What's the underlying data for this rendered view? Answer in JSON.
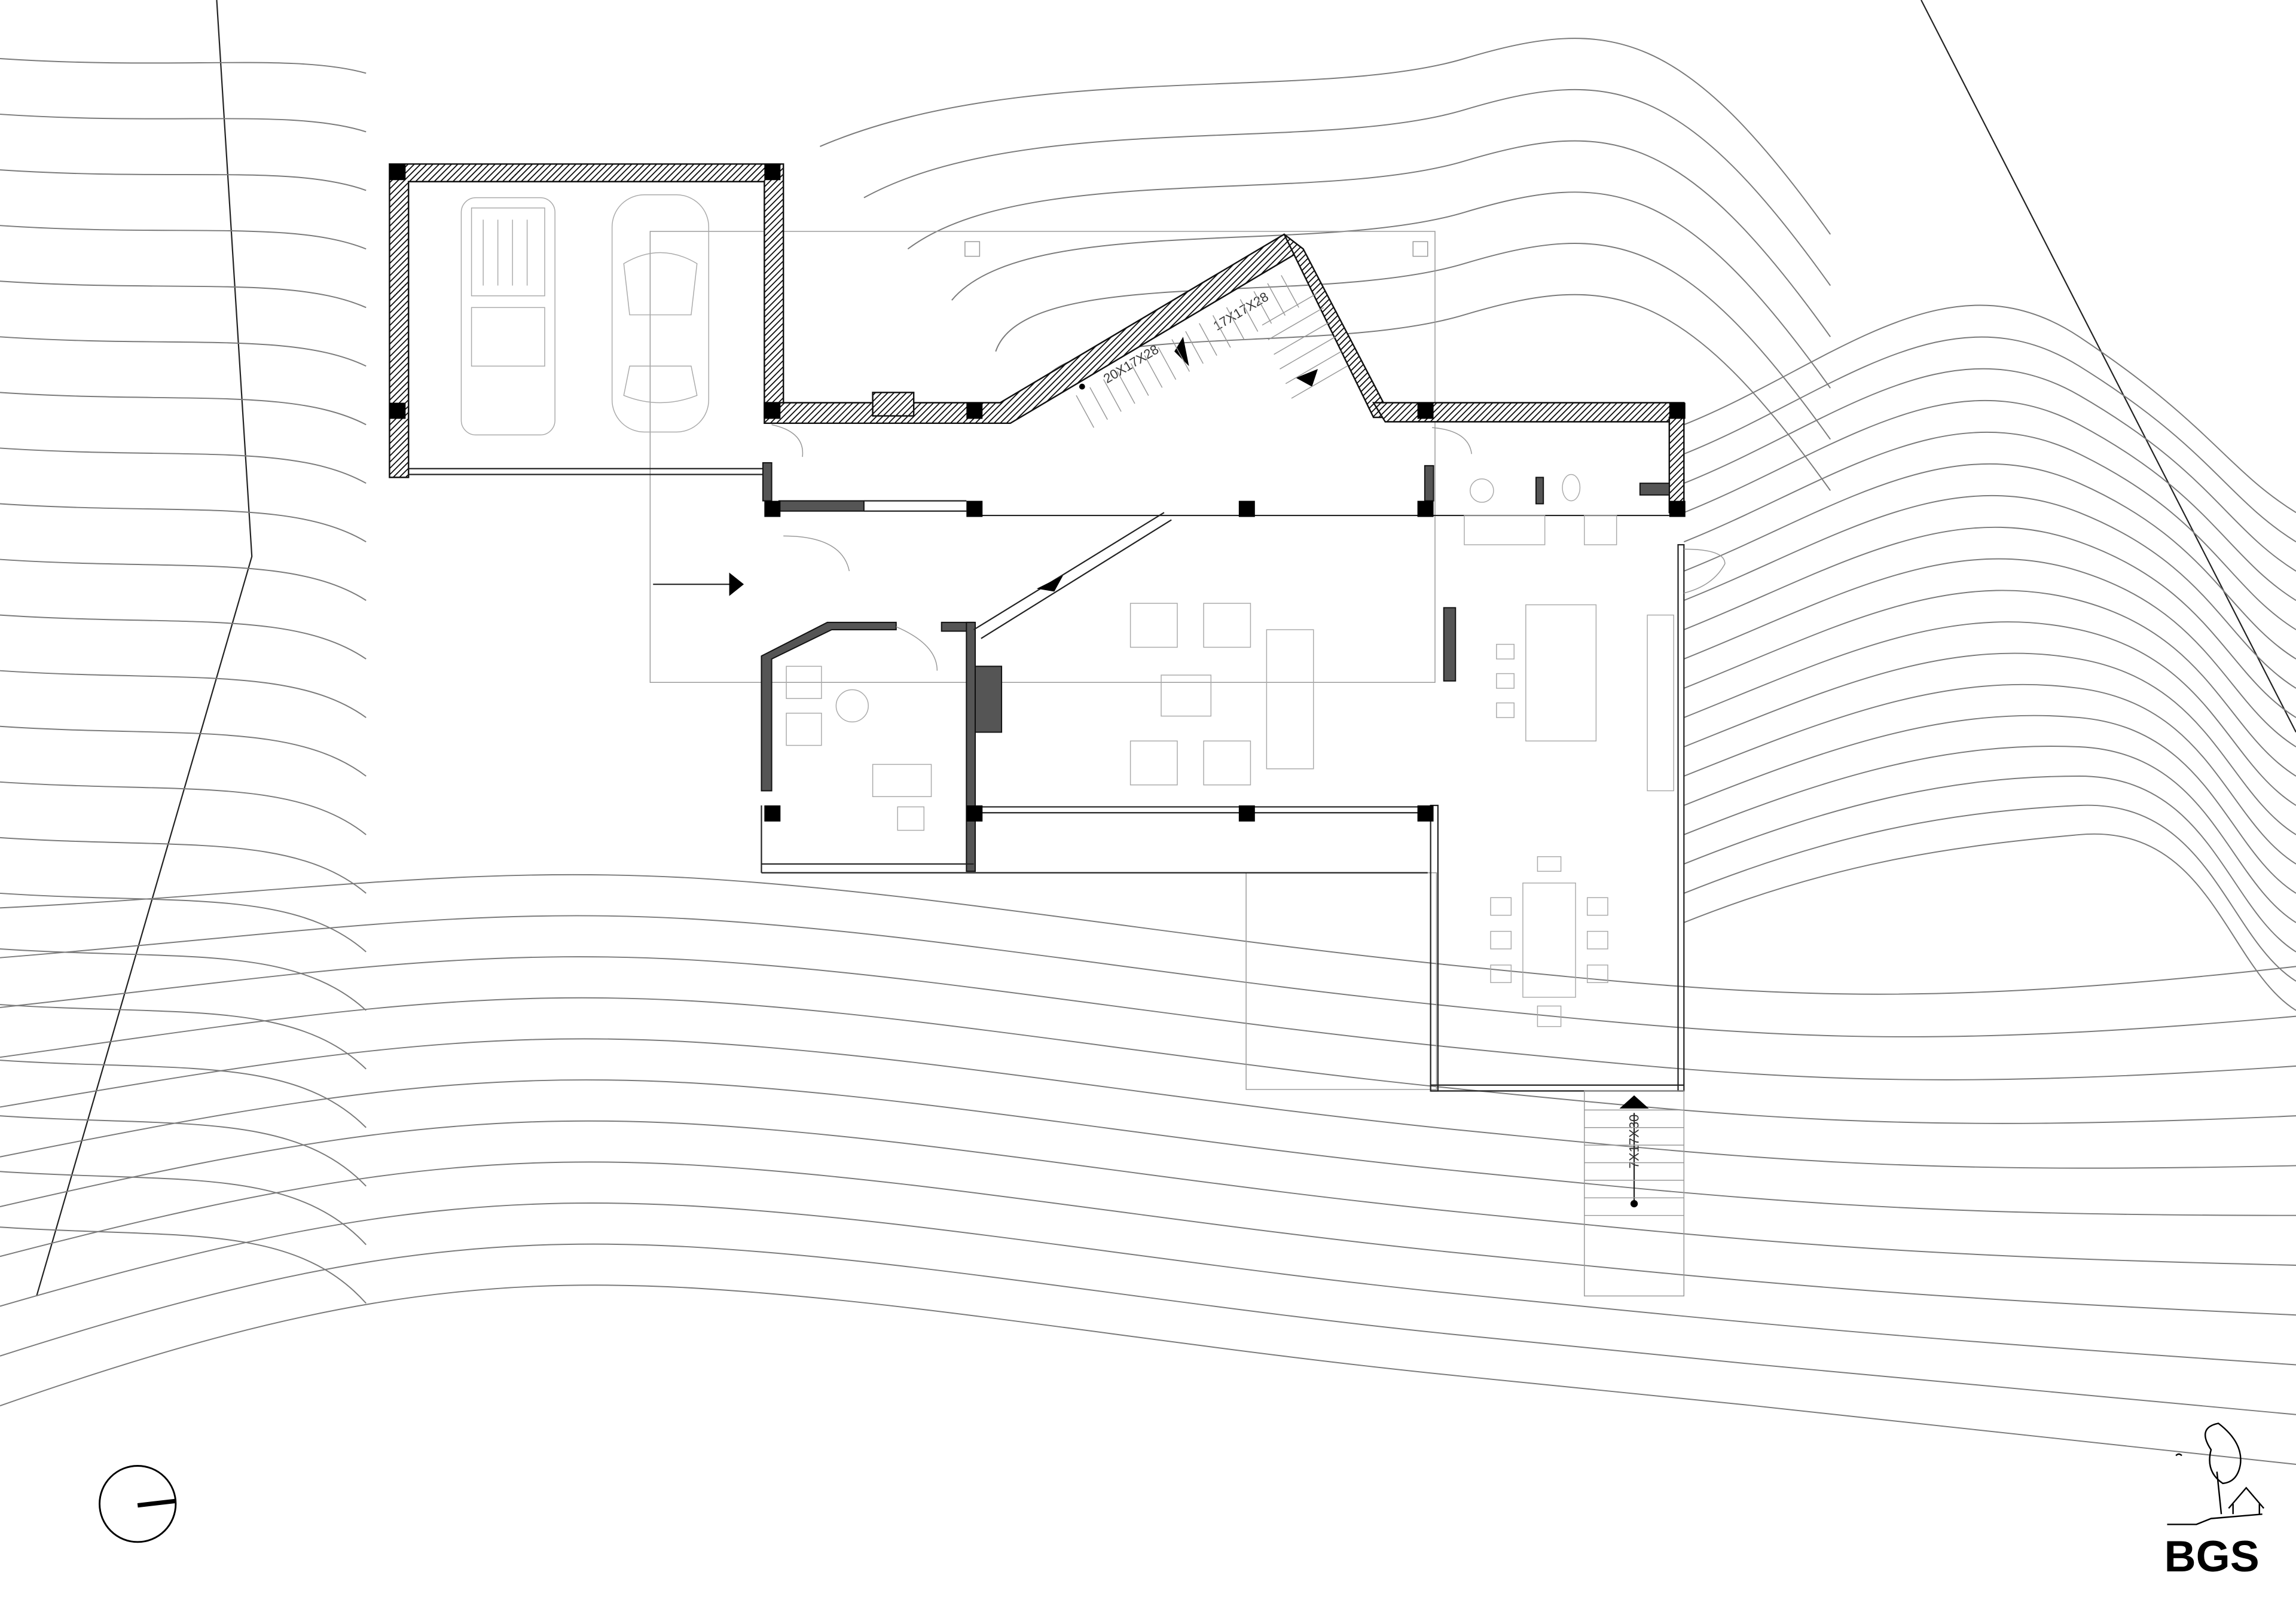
{
  "drawing": {
    "type": "architectural floor plan",
    "stairs": [
      {
        "label": "20X17X28"
      },
      {
        "label": "17X17X28"
      },
      {
        "label": "7X17X30"
      }
    ],
    "north_arrow_icon": "north-arrow-icon",
    "logo": {
      "text": "BGS"
    },
    "colors": {
      "line": "#222222",
      "contour": "#7a7a7a",
      "background": "#ffffff"
    }
  }
}
